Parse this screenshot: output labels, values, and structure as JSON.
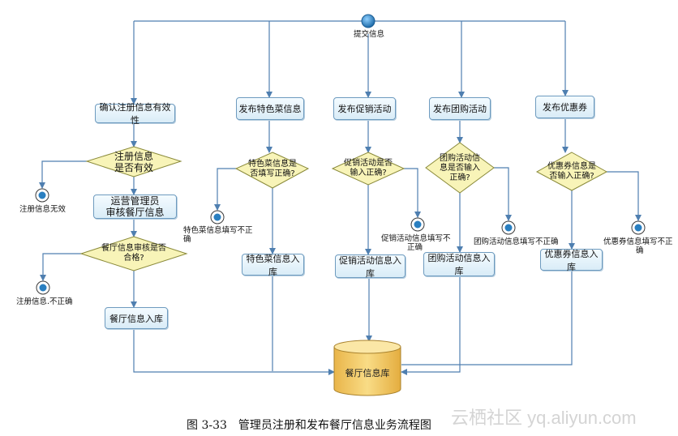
{
  "start": {
    "label": "提交信息"
  },
  "actions": {
    "confirm": "确认注册信息有效性",
    "specialty": "发布特色菜信息",
    "promotion": "发布促销活动",
    "group_buy": "发布团购活动",
    "coupon": "发布优惠券",
    "review": [
      "运营管理员",
      "审核餐厅信息"
    ],
    "restaurant_save": "餐厅信息入库",
    "specialty_save": "特色菜信息入库",
    "promotion_save": "促销活动信息入库",
    "group_buy_save": "团购活动信息入库",
    "coupon_save": "优惠券信息入库"
  },
  "decisions": {
    "valid": [
      "注册信息",
      "是否有效"
    ],
    "audit": [
      "餐厅信息审核是否",
      "合格?"
    ],
    "specialty_ok": [
      "特色菜信息是",
      "否填写正确?"
    ],
    "promotion_ok": [
      "促销活动是否",
      "输入正确?"
    ],
    "group_buy_ok": [
      "团购活动信",
      "息是否输入",
      "正确?"
    ],
    "coupon_ok": [
      "优惠券信息是",
      "否输入正确?"
    ]
  },
  "terminals": {
    "invalid": "注册信息无效",
    "incorrect": "注册信息.不正确",
    "specialty_err": [
      "特色菜信息填写不正",
      "确"
    ],
    "promotion_err": [
      "促销活动信息填写不",
      "正确"
    ],
    "group_buy_err": "团购活动信息填写不正确",
    "coupon_err": [
      "优惠券信息填写不正",
      "确"
    ]
  },
  "datastore": {
    "label": "餐厅信息库"
  },
  "caption": "图 3-33　管理员注册和发布餐厅信息业务流程图",
  "watermark": "云栖社区 yq.aliyun.com",
  "colors": {
    "line": "#4f7fb0",
    "box_border": "#6e9bbf",
    "diamond_fill": "#f8f4b8",
    "datastore_fill": "#f2c75a"
  }
}
